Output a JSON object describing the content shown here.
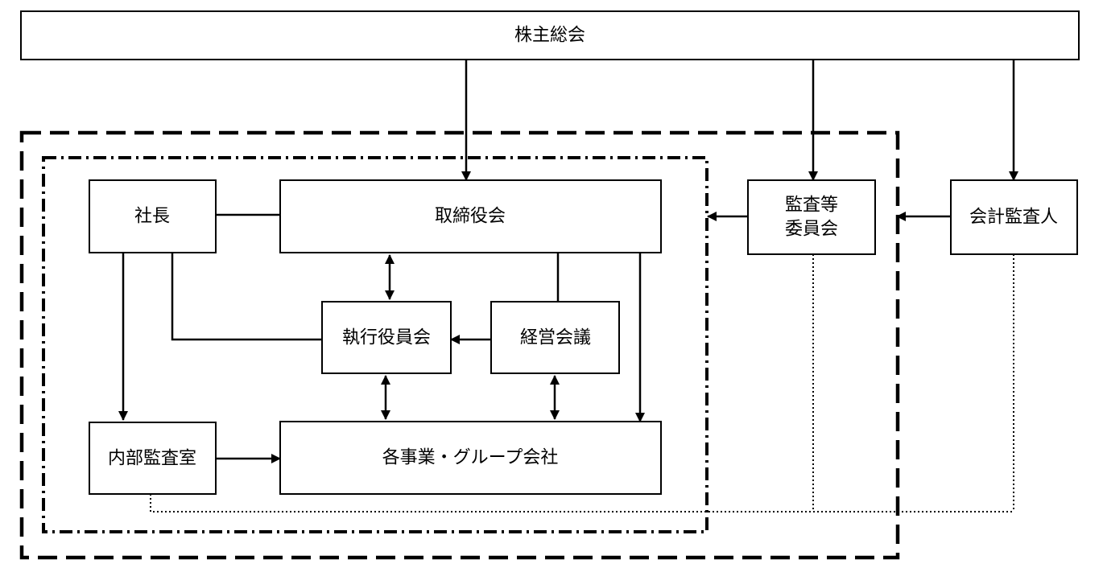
{
  "diagram": {
    "nodes": {
      "shareholders_meeting": "株主総会",
      "president": "社長",
      "board_of_directors": "取締役会",
      "executive_officers_meeting": "執行役員会",
      "management_meeting": "経営会議",
      "internal_audit_office": "内部監査室",
      "business_group_companies": "各事業・グループ会社",
      "audit_committee_line1": "監査等",
      "audit_committee_line2": "委員会",
      "accounting_auditor": "会計監査人"
    },
    "edges": [
      {
        "from": "株主総会",
        "to": "取締役会",
        "style": "arrow"
      },
      {
        "from": "株主総会",
        "to": "監査等委員会",
        "style": "arrow"
      },
      {
        "from": "株主総会",
        "to": "会計監査人",
        "style": "arrow"
      },
      {
        "from": "社長",
        "to": "取締役会",
        "style": "line"
      },
      {
        "from": "取締役会",
        "to": "執行役員会",
        "style": "bidirectional"
      },
      {
        "from": "取締役会",
        "to": "経営会議",
        "style": "line"
      },
      {
        "from": "取締役会",
        "to": "各事業・グループ会社",
        "style": "arrow"
      },
      {
        "from": "社長",
        "to": "執行役員会",
        "style": "line"
      },
      {
        "from": "社長",
        "to": "内部監査室",
        "style": "arrow"
      },
      {
        "from": "経営会議",
        "to": "執行役員会",
        "style": "arrow"
      },
      {
        "from": "執行役員会",
        "to": "各事業・グループ会社",
        "style": "bidirectional"
      },
      {
        "from": "経営会議",
        "to": "各事業・グループ会社",
        "style": "bidirectional"
      },
      {
        "from": "内部監査室",
        "to": "各事業・グループ会社",
        "style": "arrow"
      },
      {
        "from": "監査等委員会",
        "to": "取締役会グループ",
        "style": "arrow"
      },
      {
        "from": "会計監査人",
        "to": "会社グループ",
        "style": "arrow"
      },
      {
        "from": "内部監査室",
        "to": "監査等委員会",
        "style": "dotted"
      },
      {
        "from": "監査等委員会",
        "to": "会計監査人",
        "style": "dotted"
      }
    ],
    "colors": {
      "stroke": "#000000",
      "fill": "#ffffff",
      "text": "#000000"
    }
  }
}
